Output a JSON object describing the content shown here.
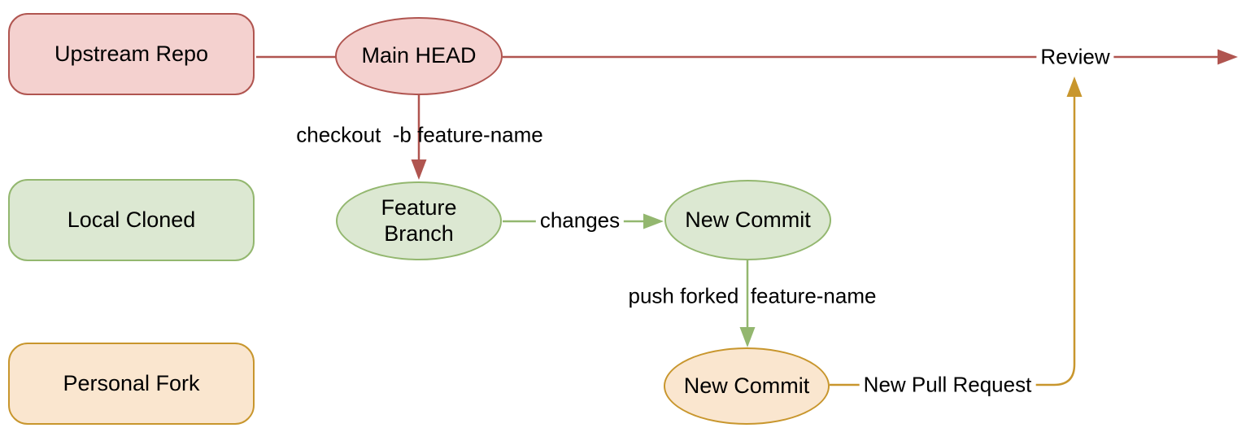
{
  "diagram": {
    "title_hint": "git fork pull-request workflow",
    "lanes": [
      {
        "id": "upstream-repo",
        "label": "Upstream Repo",
        "color": "red"
      },
      {
        "id": "local-cloned",
        "label": "Local Cloned",
        "color": "green"
      },
      {
        "id": "personal-fork",
        "label": "Personal Fork",
        "color": "orange"
      }
    ],
    "nodes": [
      {
        "id": "main-head",
        "label": "Main HEAD",
        "lane": "Upstream Repo",
        "color": "red"
      },
      {
        "id": "feature-branch",
        "label": "Feature Branch",
        "lane": "Local Cloned",
        "color": "green"
      },
      {
        "id": "new-commit-local",
        "label": "New Commit",
        "lane": "Local Cloned",
        "color": "green"
      },
      {
        "id": "new-commit-fork",
        "label": "New Commit",
        "lane": "Personal Fork",
        "color": "orange"
      }
    ],
    "edges": [
      {
        "id": "upstream-to-main-head",
        "from": "Upstream Repo",
        "to": "Main HEAD",
        "label": "",
        "color": "red"
      },
      {
        "id": "main-head-to-review",
        "from": "Main HEAD",
        "to": "(right edge)",
        "label": "Review",
        "color": "red"
      },
      {
        "id": "main-head-to-feature-branch",
        "from": "Main HEAD",
        "to": "Feature Branch",
        "label": "checkout  -b feature-name",
        "color": "red"
      },
      {
        "id": "feature-branch-to-new-commit",
        "from": "Feature Branch",
        "to": "New Commit",
        "label": "changes",
        "color": "green"
      },
      {
        "id": "new-commit-to-fork-commit",
        "from": "New Commit",
        "to": "New Commit",
        "label": "push forked  feature-name",
        "color": "green"
      },
      {
        "id": "fork-commit-to-review",
        "from": "New Commit",
        "to": "Review",
        "label": "New Pull Request",
        "color": "gold"
      }
    ],
    "edge_labels": {
      "checkout": "checkout  -b feature-name",
      "changes": "changes",
      "push": "push forked  feature-name",
      "pull_request": "New Pull Request",
      "review": "Review"
    }
  },
  "colors": {
    "red-stroke": "#b05550",
    "red-fill": "#f4d1cf",
    "green-stroke": "#93b76f",
    "green-fill": "#dce8d2",
    "gold-stroke": "#c8962d",
    "orange-fill": "#fae6cf",
    "text": "#000000",
    "background": "#ffffff"
  }
}
